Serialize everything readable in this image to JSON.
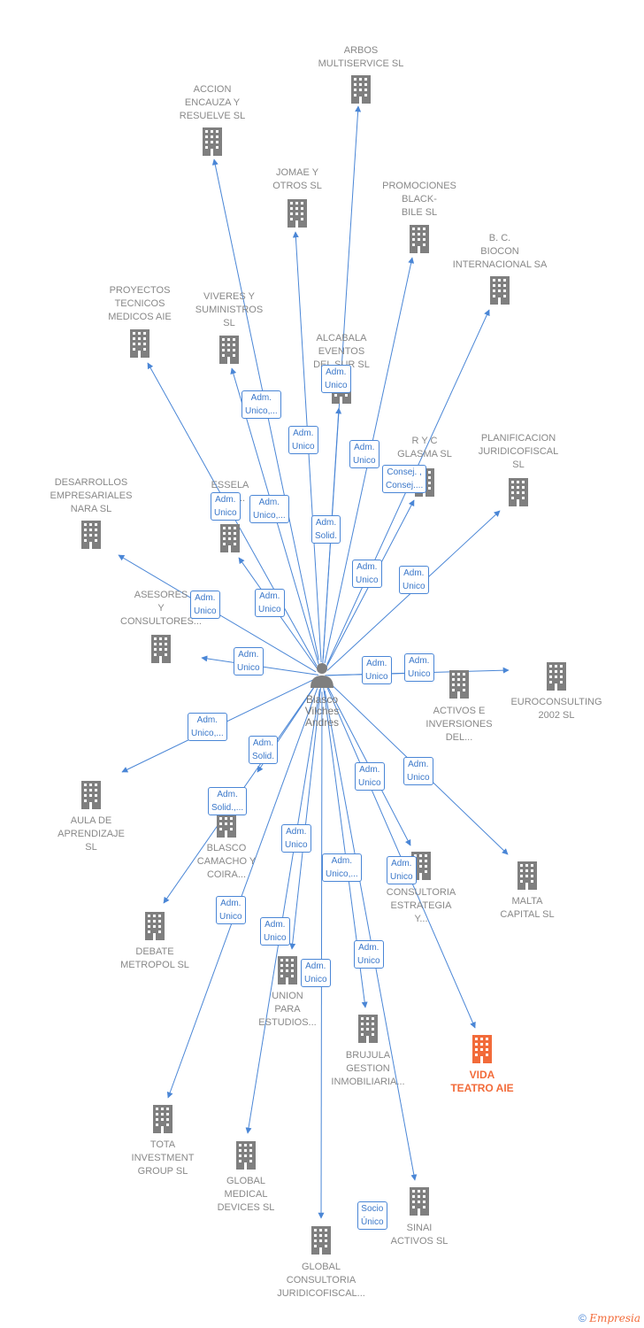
{
  "center": {
    "label": "Blasco\nVilches\nAndres",
    "icon": "person-icon"
  },
  "companies": [
    {
      "id": "arbos",
      "label": "ARBOS\nMULTISERVICE SL"
    },
    {
      "id": "accion",
      "label": "ACCION\nENCAUZA Y\nRESUELVE  SL"
    },
    {
      "id": "jomae",
      "label": "JOMAE Y\nOTROS  SL"
    },
    {
      "id": "promociones",
      "label": "PROMOCIONES\nBLACK-\nBILE  SL"
    },
    {
      "id": "biocon",
      "label": "B. C.\nBIOCON\nINTERNACIONAL SA"
    },
    {
      "id": "proyectos",
      "label": "PROYECTOS\nTECNICOS\nMEDICOS AIE"
    },
    {
      "id": "viveres",
      "label": "VIVERES Y\nSUMINISTROS\nSL"
    },
    {
      "id": "alcabala",
      "label": "ALCABALA\nEVENTOS\nDEL SUR SL"
    },
    {
      "id": "ryc",
      "label": "R Y C\nGLASMA  SL"
    },
    {
      "id": "planificacion",
      "label": "PLANIFICACION\nJURIDICOFISCAL\nSL"
    },
    {
      "id": "desarrollos",
      "label": "DESARROLLOS\nEMPRESARIALES\nNARA  SL"
    },
    {
      "id": "essela",
      "label": "ESSELA\nINTE..."
    },
    {
      "id": "asesores",
      "label": "ASESORES\nY\nCONSULTORES..."
    },
    {
      "id": "activos",
      "label": "ACTIVOS E\nINVERSIONES\nDEL..."
    },
    {
      "id": "euroconsulting",
      "label": "EUROCONSULTING\n2002 SL"
    },
    {
      "id": "aula",
      "label": "AULA DE\nAPRENDIZAJE\nSL"
    },
    {
      "id": "blasco",
      "label": "BLASCO\nCAMACHO Y\nCOIRA..."
    },
    {
      "id": "consultoria",
      "label": "CONSULTORIA\nESTRATEGIA\nY..."
    },
    {
      "id": "malta",
      "label": "MALTA\nCAPITAL SL"
    },
    {
      "id": "debate",
      "label": "DEBATE\nMETROPOL  SL"
    },
    {
      "id": "union",
      "label": "UNION\nPARA\nESTUDIOS..."
    },
    {
      "id": "brujula",
      "label": "BRUJULA\nGESTION\nINMOBILIARIA..."
    },
    {
      "id": "vida",
      "label": "VIDA\nTEATRO AIE",
      "highlight": true
    },
    {
      "id": "tota",
      "label": "TOTA\nINVESTMENT\nGROUP  SL"
    },
    {
      "id": "global_medical",
      "label": "GLOBAL\nMEDICAL\nDEVICES  SL"
    },
    {
      "id": "sinai",
      "label": "SINAI\nACTIVOS  SL"
    },
    {
      "id": "global_consultoria",
      "label": "GLOBAL\nCONSULTORIA\nJURIDICOFISCAL..."
    }
  ],
  "edge_labels": [
    "Adm.\nUnico,...",
    "Adm.\nUnico",
    "Adm.\nUnico",
    "Adm.\nUnico",
    "Consej. ,\nConsej....",
    "Adm.\nUnico",
    "Adm.\nUnico,...",
    "Adm.\nSolid.",
    "Adm.\nUnico",
    "Adm.\nUnico",
    "Adm.\nUnico",
    "Adm.\nUnico",
    "Adm.\nUnico",
    "Adm.\nUnico",
    "Adm.\nUnico",
    "Adm.\nUnico,...",
    "Adm.\nSolid.",
    "Adm.\nSolid.,...",
    "Adm.\nUnico",
    "Adm.\nUnico",
    "Adm.\nUnico",
    "Adm.\nUnico,...",
    "Adm.\nUnico",
    "Adm.\nUnico",
    "Adm.\nUnico",
    "Adm.\nUnico",
    "Adm.\nUnico",
    "Socio\nÚnico"
  ],
  "colors": {
    "edge": "#4a86d6",
    "building": "#7f7f7f",
    "highlight": "#f26b3a",
    "person": "#7f7f7f"
  },
  "footer": {
    "copyright": "©",
    "brand": "Empresia"
  }
}
